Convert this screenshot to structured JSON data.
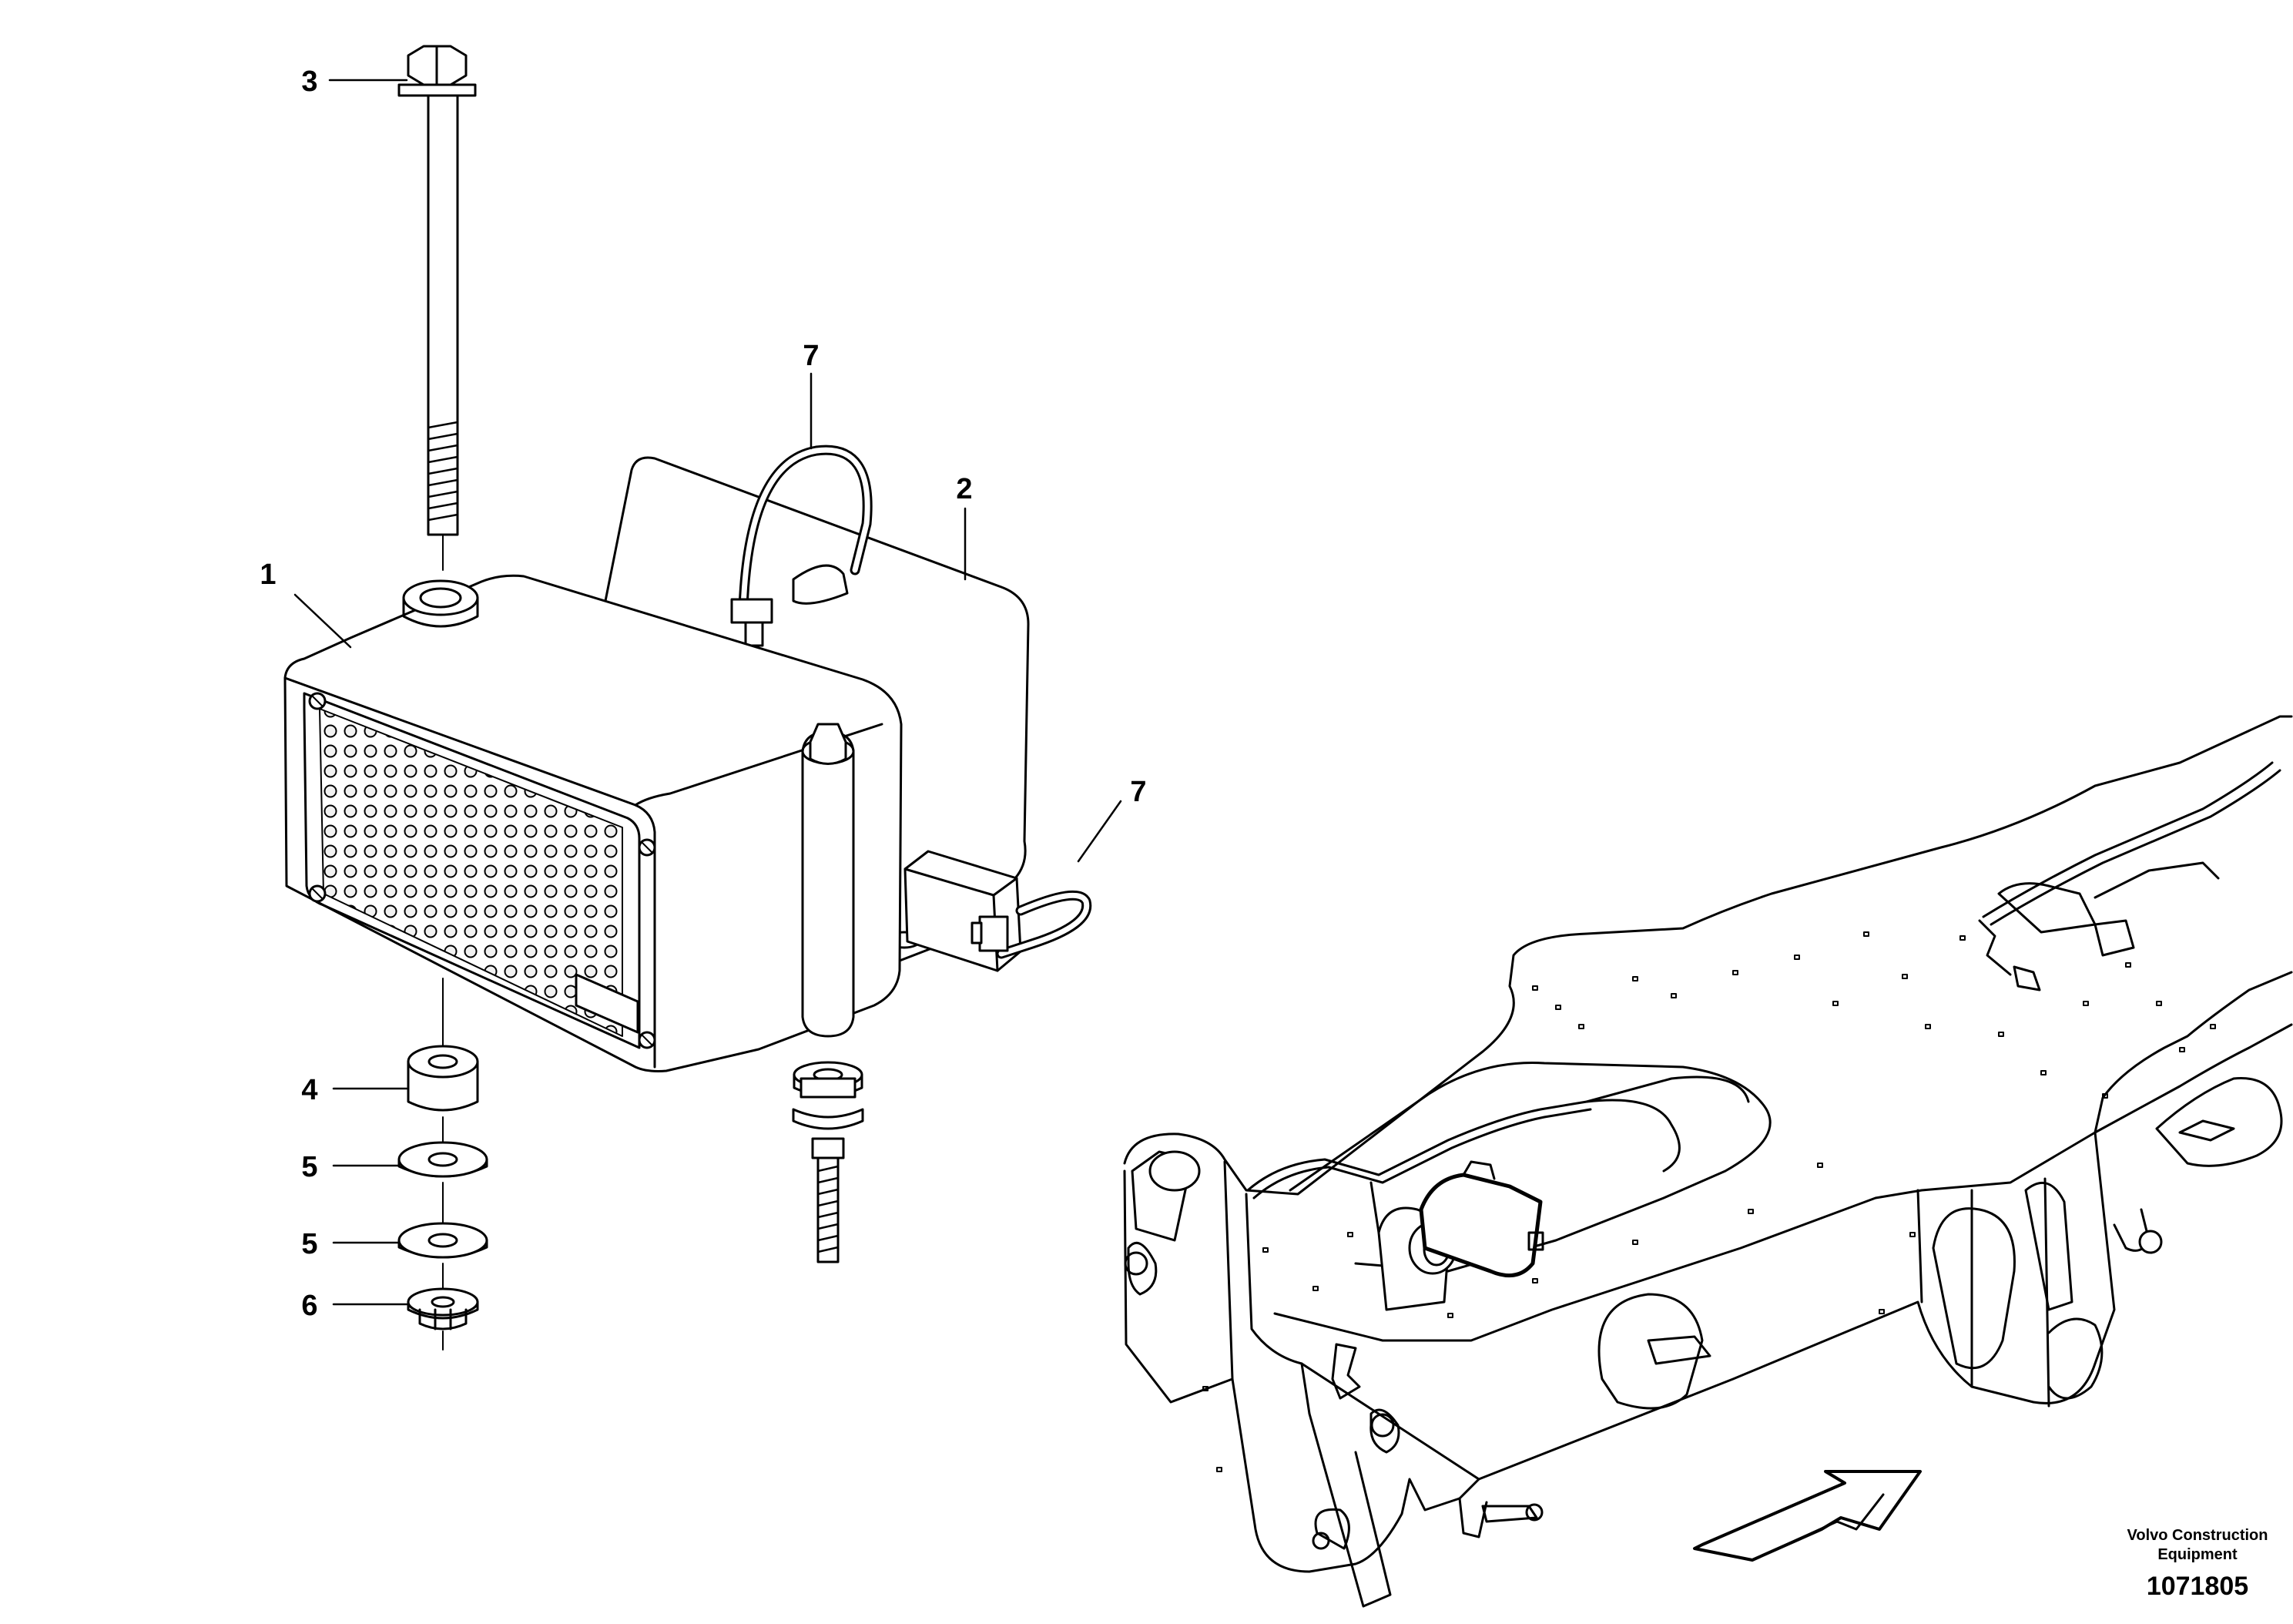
{
  "callouts": [
    {
      "id": "3",
      "label": "3"
    },
    {
      "id": "7a",
      "label": "7"
    },
    {
      "id": "2",
      "label": "2"
    },
    {
      "id": "1",
      "label": "1"
    },
    {
      "id": "7b",
      "label": "7"
    },
    {
      "id": "4",
      "label": "4"
    },
    {
      "id": "5a",
      "label": "5"
    },
    {
      "id": "5b",
      "label": "5"
    },
    {
      "id": "6",
      "label": "6"
    }
  ],
  "brand": {
    "line1": "Volvo Construction",
    "line2": "Equipment"
  },
  "drawing_number": "1071805",
  "colors": {
    "ink": "#000000",
    "paper": "#ffffff",
    "grille_hole": "#f2f2f2"
  }
}
